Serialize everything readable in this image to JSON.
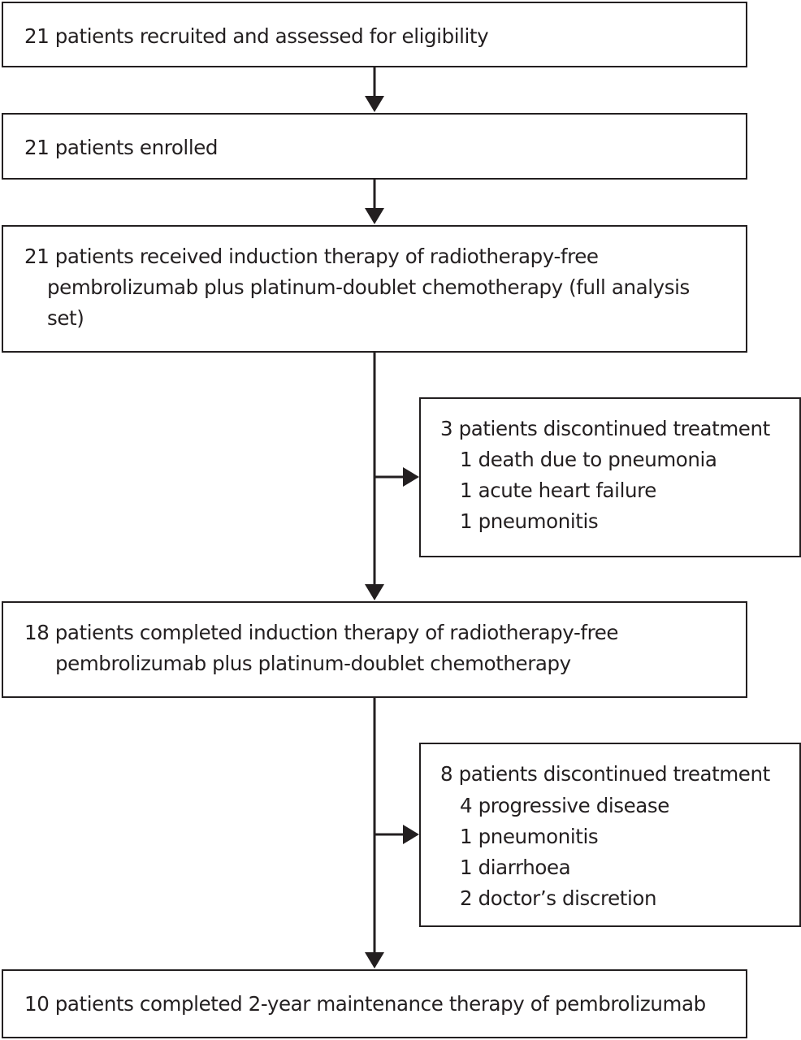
{
  "flowchart": {
    "recruited": "21 patients recruited and assessed for eligibility",
    "enrolled": "21 patients enrolled",
    "induction_received": {
      "line1": "21 patients received induction therapy of radiotherapy-free",
      "line2": "pembrolizumab plus platinum-doublet chemotherapy (full analysis",
      "line3": "set)"
    },
    "discontinued_1": {
      "header": "3 patients discontinued treatment",
      "reasons": [
        "1 death due to pneumonia",
        "1 acute heart failure",
        "1 pneumonitis"
      ]
    },
    "induction_completed": {
      "line1": "18 patients completed induction therapy of radiotherapy-free",
      "line2": "pembrolizumab plus platinum-doublet chemotherapy"
    },
    "discontinued_2": {
      "header": "8 patients discontinued treatment",
      "reasons": [
        "4 progressive disease",
        "1 pneumonitis",
        "1 diarrhoea",
        "2 doctor’s discretion"
      ]
    },
    "maintenance_completed": "10 patients completed 2-year maintenance therapy of pembrolizumab"
  }
}
